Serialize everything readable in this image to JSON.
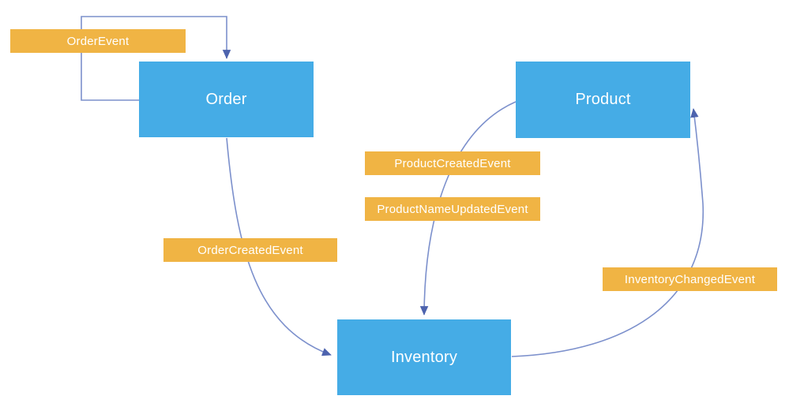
{
  "diagram": {
    "nodes": [
      {
        "id": "order",
        "label": "Order"
      },
      {
        "id": "product",
        "label": "Product"
      },
      {
        "id": "inventory",
        "label": "Inventory"
      }
    ],
    "event_labels": [
      {
        "id": "order-event",
        "label": "OrderEvent"
      },
      {
        "id": "order-created-event",
        "label": "OrderCreatedEvent"
      },
      {
        "id": "product-created-event",
        "label": "ProductCreatedEvent"
      },
      {
        "id": "product-name-updated-event",
        "label": "ProductNameUpdatedEvent"
      },
      {
        "id": "inventory-changed-event",
        "label": "InventoryChangedEvent"
      }
    ],
    "edges": [
      {
        "from": "Order",
        "to": "Order",
        "events": [
          "OrderEvent"
        ]
      },
      {
        "from": "Order",
        "to": "Inventory",
        "events": [
          "OrderCreatedEvent"
        ]
      },
      {
        "from": "Product",
        "to": "Inventory",
        "events": [
          "ProductCreatedEvent",
          "ProductNameUpdatedEvent"
        ]
      },
      {
        "from": "Inventory",
        "to": "Product",
        "events": [
          "InventoryChangedEvent"
        ]
      }
    ],
    "colors": {
      "background": "#FFFFFF",
      "node_fill": "#45ACE6",
      "label_fill": "#F0B444",
      "edge_stroke": "#7C90CC",
      "edge_arrow": "#4D63AE",
      "text": "#FFFFFF"
    }
  }
}
